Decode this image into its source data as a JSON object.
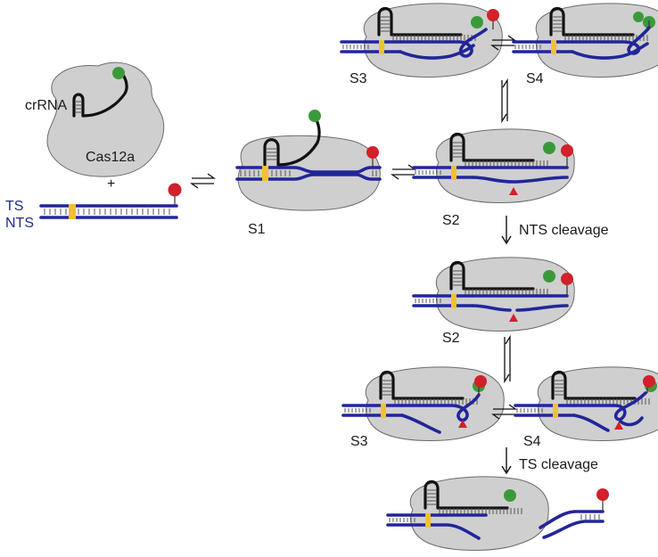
{
  "labels": {
    "crrna": "crRNA",
    "cas12a": "Cas12a",
    "plus": "+",
    "ts": "TS",
    "nts": "NTS",
    "s1": "S1",
    "s2_top": "S2",
    "s3_top": "S3",
    "s4_top": "S4",
    "s2_mid": "S2",
    "s3_bottom": "S3",
    "s4_bottom": "S4",
    "nts_cleavage": "NTS cleavage",
    "ts_cleavage": "TS cleavage"
  },
  "colors": {
    "protein": "#cfcfcf",
    "protein_outline": "#6b6b6b",
    "crrna": "#111111",
    "dna": "#22259a",
    "pam": "#f2c12e",
    "fluorophore": "#3a9a3a",
    "quencher": "#d1212a",
    "cut_mark": "#d1212a"
  },
  "icons": {
    "complex": "cas12a-complex-icon",
    "fluorophore": "green-dot-icon",
    "quencher": "red-lollipop-icon",
    "cleavage": "red-triangle-icon",
    "equilibrium": "double-harpoon-arrow-icon",
    "reaction": "down-arrow-icon"
  }
}
